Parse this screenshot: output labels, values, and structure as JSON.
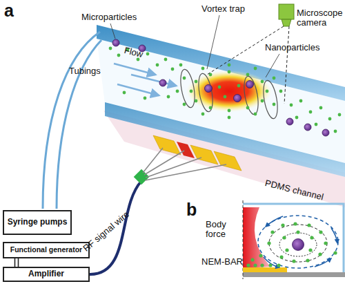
{
  "diagram": {
    "nodes": [
      {
        "text": [
          "Syringe pumps"
        ]
      },
      {
        "text": [
          "Functional generator"
        ]
      },
      {
        "text": [
          "Amplifier"
        ]
      }
    ],
    "edges": [
      {
        "from": 1,
        "to": 2,
        "arrow": "none"
      }
    ],
    "labels": [
      "a",
      "Microparticles",
      "Flow",
      "Vortex trap",
      "Microscope camera",
      "Nanoparticles",
      "Tubings",
      "PDMS channel",
      "RF signal wire",
      "b",
      "Body force",
      "NEM-BAR"
    ]
  }
}
